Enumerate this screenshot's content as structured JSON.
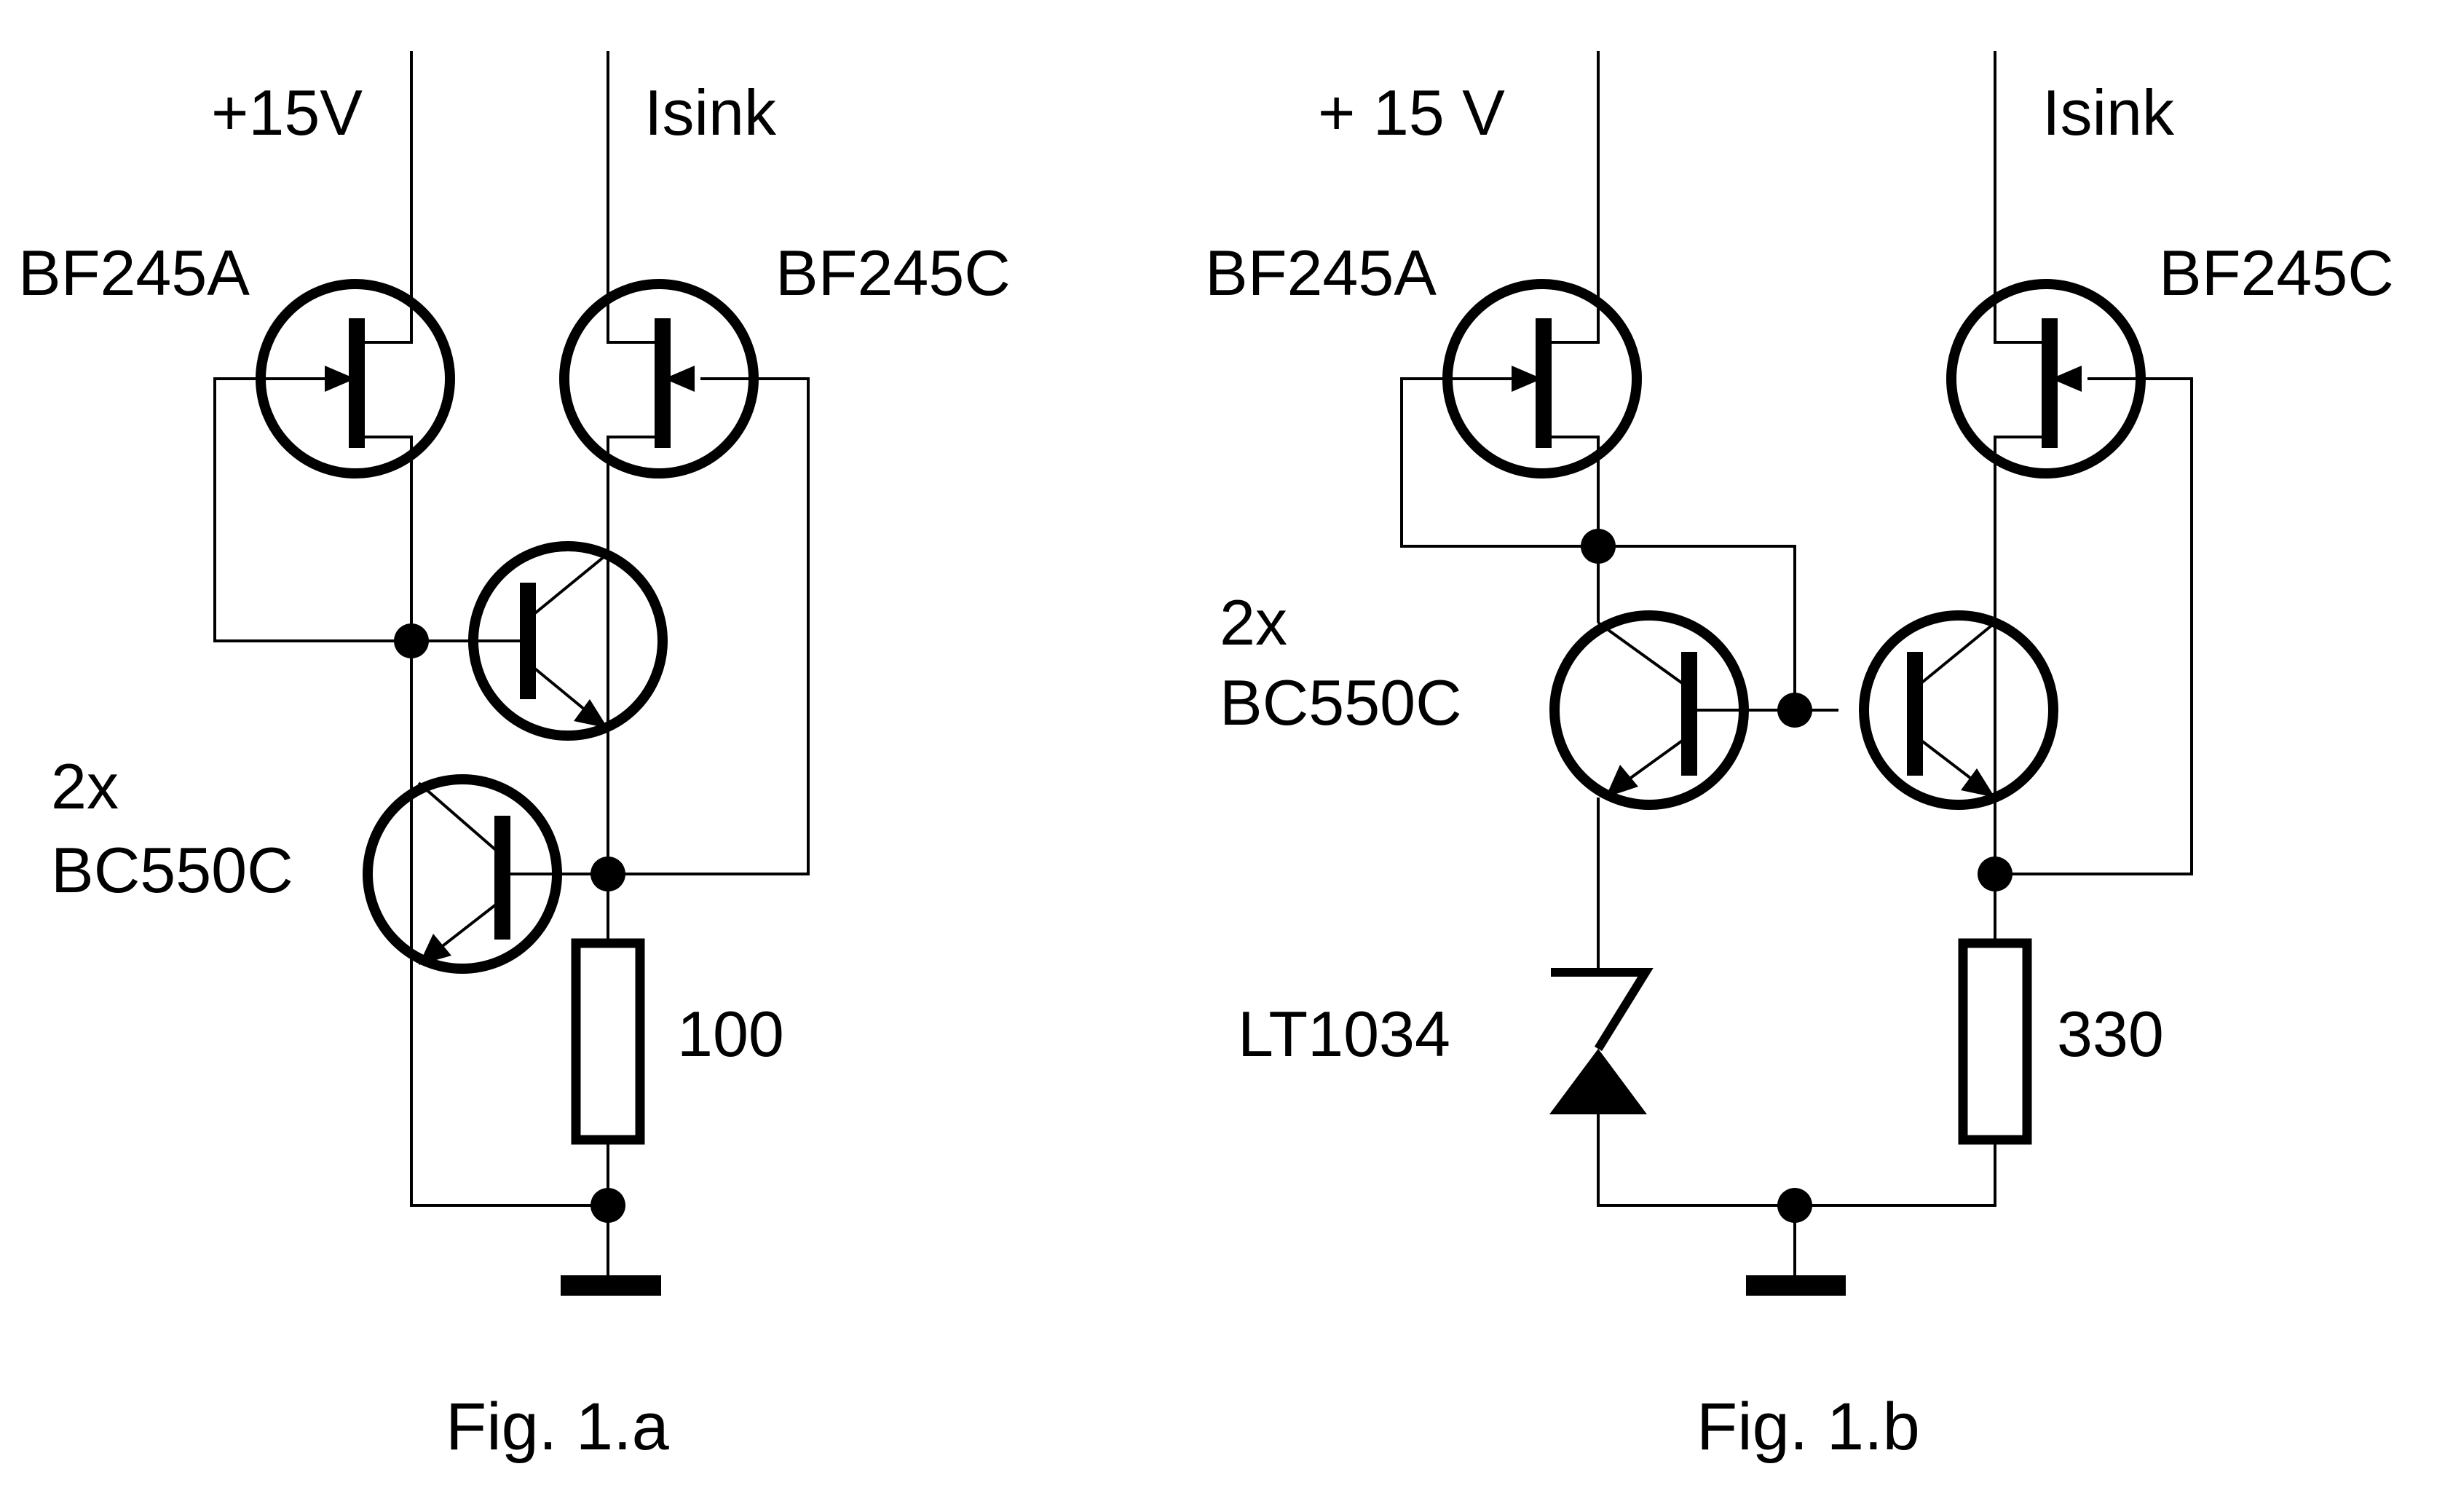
{
  "figures": [
    {
      "caption": "Fig. 1.a",
      "supply_label": "+15V",
      "sink_label": "Isink",
      "jfet_left_label": "BF245A",
      "jfet_right_label": "BF245C",
      "transistor_count_label": "2x",
      "transistor_type_label": "BC550C",
      "resistor_label": "100"
    },
    {
      "caption": "Fig. 1.b",
      "supply_label": "+ 15 V",
      "sink_label": "Isink",
      "jfet_left_label": "BF245A",
      "jfet_right_label": "BF245C",
      "transistor_count_label": "2x",
      "transistor_type_label": "BC550C",
      "reference_label": "LT1034",
      "resistor_label": "330"
    }
  ]
}
